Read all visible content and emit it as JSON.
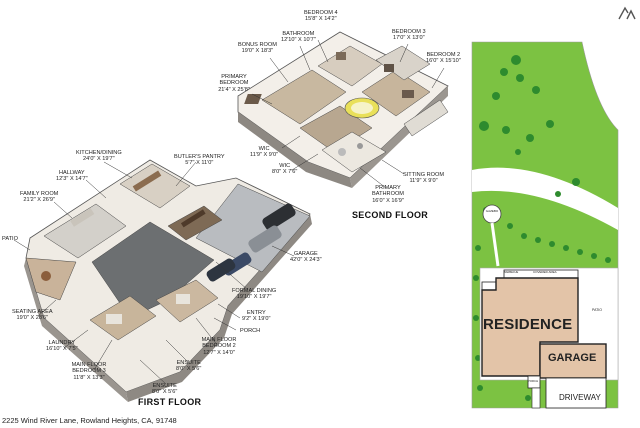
{
  "second_floor": {
    "title": "SECOND FLOOR",
    "rooms": [
      {
        "name": "BEDROOM 4",
        "dim": "15'8\" x 14'2\""
      },
      {
        "name": "BATHROOM",
        "dim": "12'10\" x 10'7\""
      },
      {
        "name": "BONUS ROOM",
        "dim": "19'0\" x 18'3\""
      },
      {
        "name": "BEDROOM 3",
        "dim": "17'0\" x 13'0\""
      },
      {
        "name": "BEDROOM 2",
        "dim": "16'0\" x 15'10\""
      },
      {
        "name": "PRIMARY BEDROOM",
        "dim": "21'4\" x 25'8\""
      },
      {
        "name": "WIC",
        "dim": "11'9\" x 9'0\""
      },
      {
        "name": "WIC",
        "dim": "8'0\" x 7'6\""
      },
      {
        "name": "SITTING ROOM",
        "dim": "11'9\" x 9'0\""
      },
      {
        "name": "PRIMARY BATHROOM",
        "dim": "16'0\" x 16'9\""
      }
    ]
  },
  "first_floor": {
    "title": "FIRST FLOOR",
    "rooms": [
      {
        "name": "KITCHEN/DINING",
        "dim": "24'0\" x 19'7\""
      },
      {
        "name": "BUTLER'S PANTRY",
        "dim": "5'7\" x 11'0\""
      },
      {
        "name": "HALLWAY",
        "dim": "12'3\" x 14'7\""
      },
      {
        "name": "FAMILY ROOM",
        "dim": "21'2\" x 26'9\""
      },
      {
        "name": "PATIO",
        "dim": ""
      },
      {
        "name": "GARAGE",
        "dim": "42'0\" x 24'3\""
      },
      {
        "name": "SEATING AREA",
        "dim": "19'0\" x 28'6\""
      },
      {
        "name": "FORMAL DINING",
        "dim": "19'10\" x 19'7\""
      },
      {
        "name": "ENTRY",
        "dim": "9'2\" x 19'0\""
      },
      {
        "name": "PORCH",
        "dim": ""
      },
      {
        "name": "LAUNDRY",
        "dim": "16'10\" x 7'5\""
      },
      {
        "name": "MAIN FLOOR BEDROOM 2",
        "dim": "12'7\" x 14'0\""
      },
      {
        "name": "ENSUITE",
        "dim": "8'0\" x 5'6\""
      },
      {
        "name": "MAIN FLOOR BEDROOM 3",
        "dim": "11'8\" x 13'3\""
      },
      {
        "name": "ENSUITE",
        "dim": "8'0\" x 5'6\""
      }
    ]
  },
  "site_plan": {
    "residence_label": "RESIDENCE",
    "garage_label": "GARAGE",
    "driveway_label": "DRIVEWAY",
    "gazebo_label": "GAZEBO",
    "patio_label": "PATIO",
    "covered_area_label": "COVERED AREA",
    "barbecue_label": "BARBECUE",
    "porch_label": "PORCH",
    "colors": {
      "lawn": "#7cc242",
      "tree": "#2e8b2e",
      "residence": "#e3c4a8",
      "outline": "#222222"
    }
  },
  "footer": {
    "address": "2225 Wind River Lane, Rowland Heights, CA, 91748"
  }
}
